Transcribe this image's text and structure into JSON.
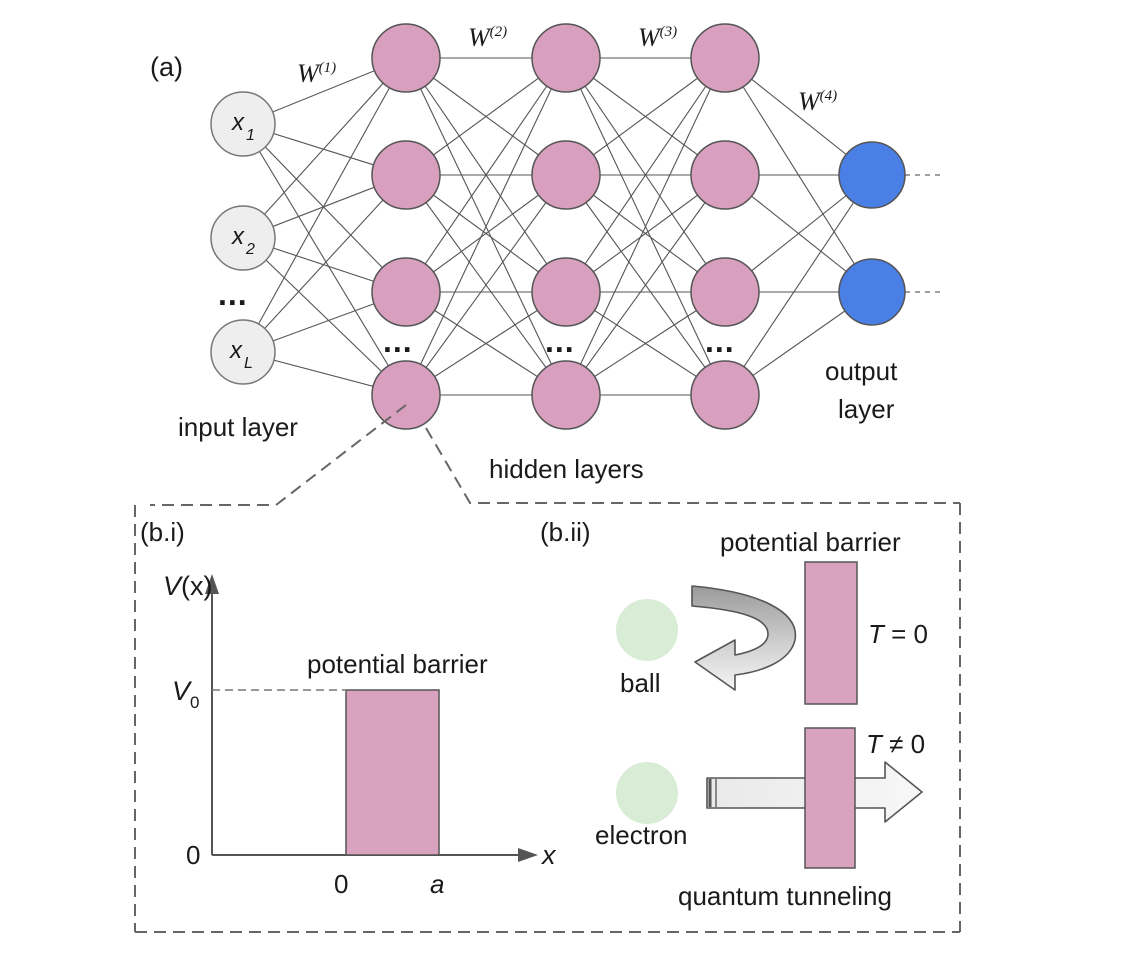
{
  "panel_a": {
    "label": "(a)",
    "weights": [
      {
        "base": "W",
        "sup": "(1)"
      },
      {
        "base": "W",
        "sup": "(2)"
      },
      {
        "base": "W",
        "sup": "(3)"
      },
      {
        "base": "W",
        "sup": "(4)"
      }
    ],
    "inputs": [
      {
        "base": "x",
        "sub": "1"
      },
      {
        "base": "x",
        "sub": "2"
      },
      {
        "base": "x",
        "sub": "L"
      }
    ],
    "ellipsis": "...",
    "input_layer_label": "input layer",
    "hidden_layers_label": "hidden layers",
    "output_layer_label_1": "output",
    "output_layer_label_2": "layer"
  },
  "panel_bi": {
    "label": "(b.i)",
    "y_axis_label_prefix": "V",
    "y_axis_label_suffix": "(x)",
    "v0_base": "V",
    "v0_sub": "0",
    "zero_y": "0",
    "barrier_label": "potential barrier",
    "x_tick_zero": "0",
    "x_tick_a": "a",
    "x_axis_label": "x"
  },
  "panel_bii": {
    "label": "(b.ii)",
    "barrier_label": "potential barrier",
    "ball_label": "ball",
    "electron_label": "electron",
    "t_zero_var": "T",
    "t_zero_rel": " = 0",
    "t_nonzero_var": "T",
    "t_nonzero_rel": " ≠ 0",
    "tunneling_label": "quantum tunneling"
  },
  "colors": {
    "hidden_node": "#d89fbe",
    "input_node": "#eeeeee",
    "output_node": "#4a7fe6",
    "barrier": "#d9a3c0",
    "particle": "#d9ecd6"
  }
}
